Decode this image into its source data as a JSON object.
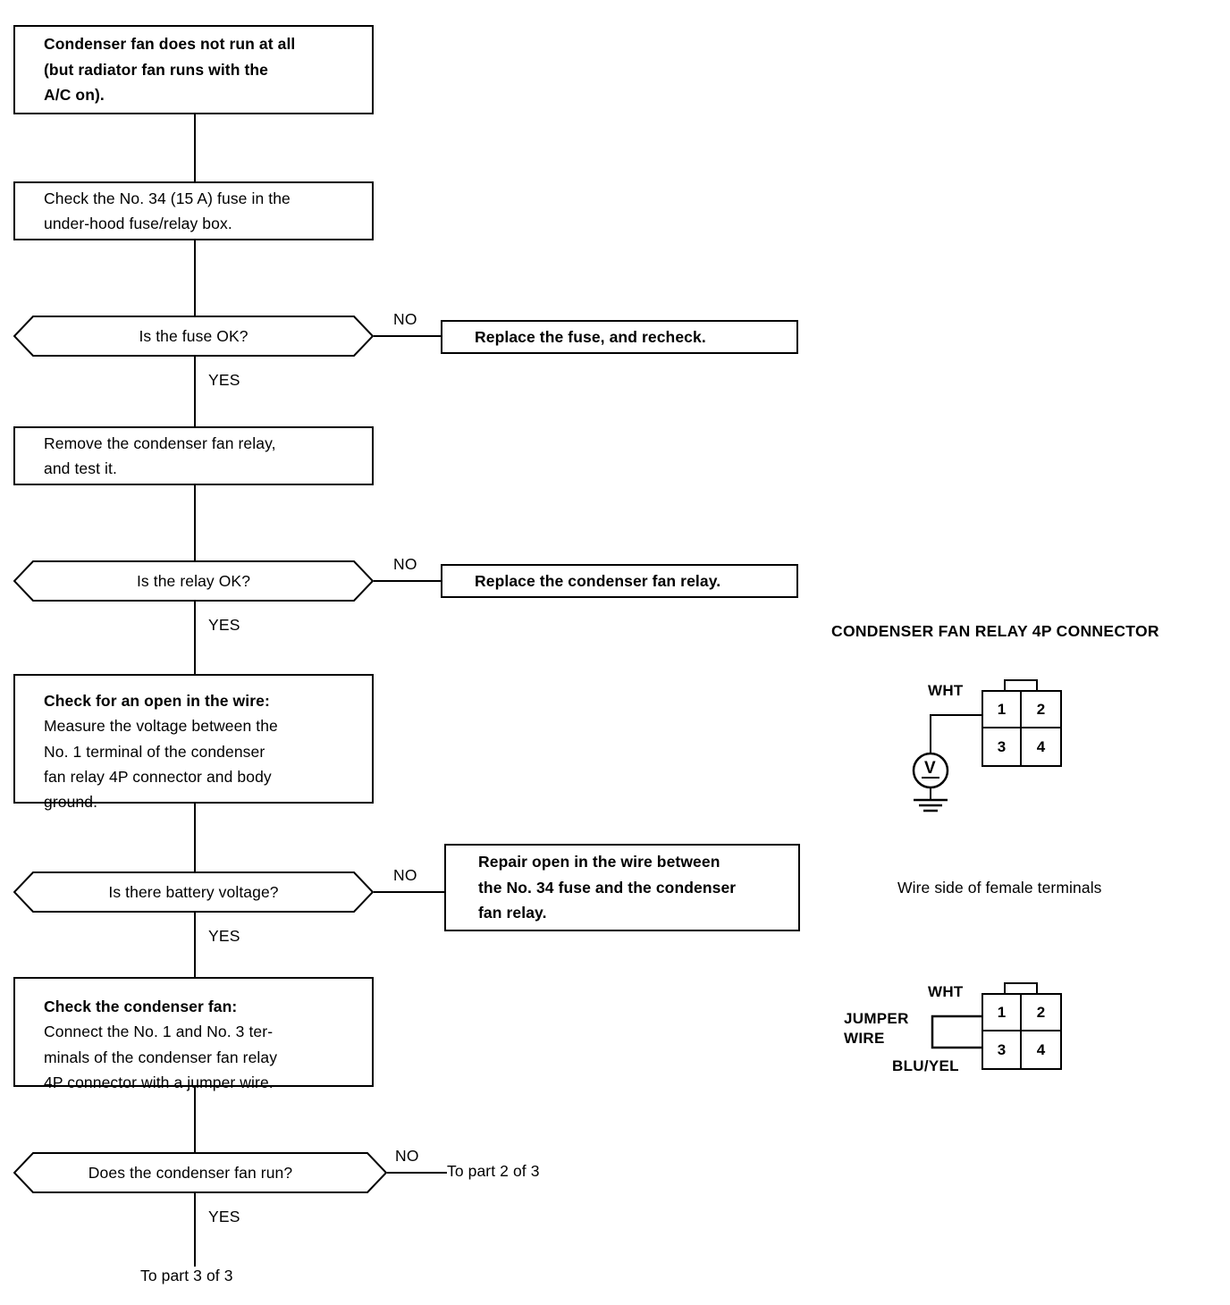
{
  "flow": {
    "title_block": {
      "text": "Condenser fan does not run at all\n(but radiator fan runs with the\nA/C on)."
    },
    "steps": [
      {
        "id": "check-fuse",
        "text": "Check the No. 34 (15 A) fuse in the\nunder-hood fuse/relay box."
      },
      {
        "id": "remove-relay",
        "text": "Remove the condenser fan relay,\nand test it."
      },
      {
        "id": "check-open-wire",
        "heading": "Check for an open in the wire:",
        "text": "Measure the voltage between the\nNo. 1 terminal of the condenser\nfan relay 4P connector and body\nground."
      },
      {
        "id": "check-condenser-fan",
        "heading": "Check the condenser fan:",
        "text": "Connect the No. 1 and No. 3 ter-\nminals of the condenser fan relay\n4P connector with a jumper wire."
      }
    ],
    "decisions": [
      {
        "id": "fuse-ok",
        "question": "Is the fuse OK?",
        "no_label": "NO",
        "yes_label": "YES"
      },
      {
        "id": "relay-ok",
        "question": "Is the relay OK?",
        "no_label": "NO",
        "yes_label": "YES"
      },
      {
        "id": "battery-voltage",
        "question": "Is there battery voltage?",
        "no_label": "NO",
        "yes_label": "YES"
      },
      {
        "id": "fan-runs",
        "question": "Does the condenser fan run?",
        "no_label": "NO",
        "yes_label": "YES"
      }
    ],
    "outcomes": [
      {
        "id": "replace-fuse",
        "text": "Replace the fuse, and recheck."
      },
      {
        "id": "replace-relay",
        "text": "Replace the condenser fan relay."
      },
      {
        "id": "repair-open",
        "text": "Repair open in the wire between\nthe No. 34 fuse and the condenser\nfan relay."
      }
    ],
    "connectors_out": [
      {
        "id": "to-part-2",
        "text": "To part 2 of 3"
      },
      {
        "id": "to-part-3",
        "text": "To part 3 of 3"
      }
    ]
  },
  "panel": {
    "title": "CONDENSER FAN RELAY 4P CONNECTOR",
    "note": "Wire side of female terminals",
    "connector_top": {
      "terminals": [
        "1",
        "2",
        "3",
        "4"
      ],
      "wire_label": "WHT",
      "meter_label": "V"
    },
    "connector_bottom": {
      "terminals": [
        "1",
        "2",
        "3",
        "4"
      ],
      "wire_label_top": "WHT",
      "wire_label_bottom": "BLU/YEL",
      "jumper_label_line1": "JUMPER",
      "jumper_label_line2": "WIRE"
    }
  },
  "colors": {
    "ink": "#000000",
    "paper": "#ffffff"
  }
}
